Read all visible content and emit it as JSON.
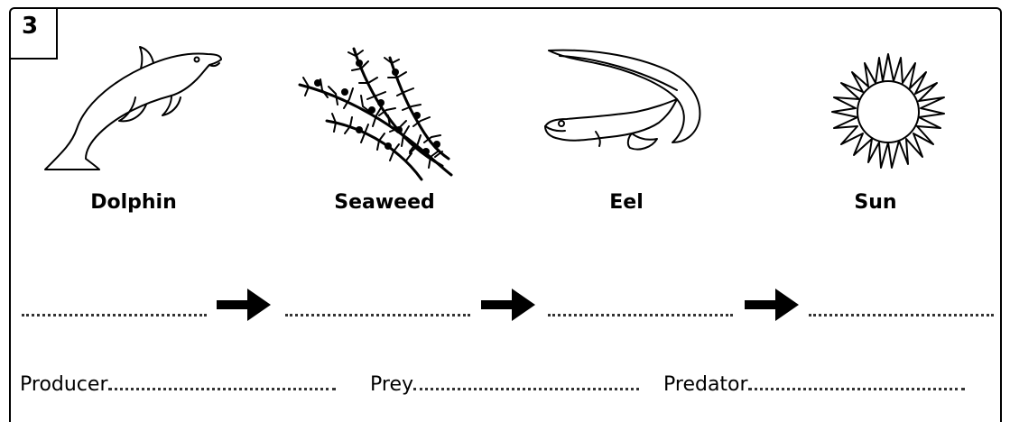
{
  "question": {
    "number": "3"
  },
  "organisms": [
    {
      "name": "Dolphin",
      "icon": "dolphin-icon"
    },
    {
      "name": "Seaweed",
      "icon": "seaweed-icon"
    },
    {
      "name": "Eel",
      "icon": "eel-icon"
    },
    {
      "name": "Sun",
      "icon": "sun-icon"
    }
  ],
  "roles": {
    "producer": "Producer",
    "prey": "Prey",
    "predator": "Predator"
  }
}
